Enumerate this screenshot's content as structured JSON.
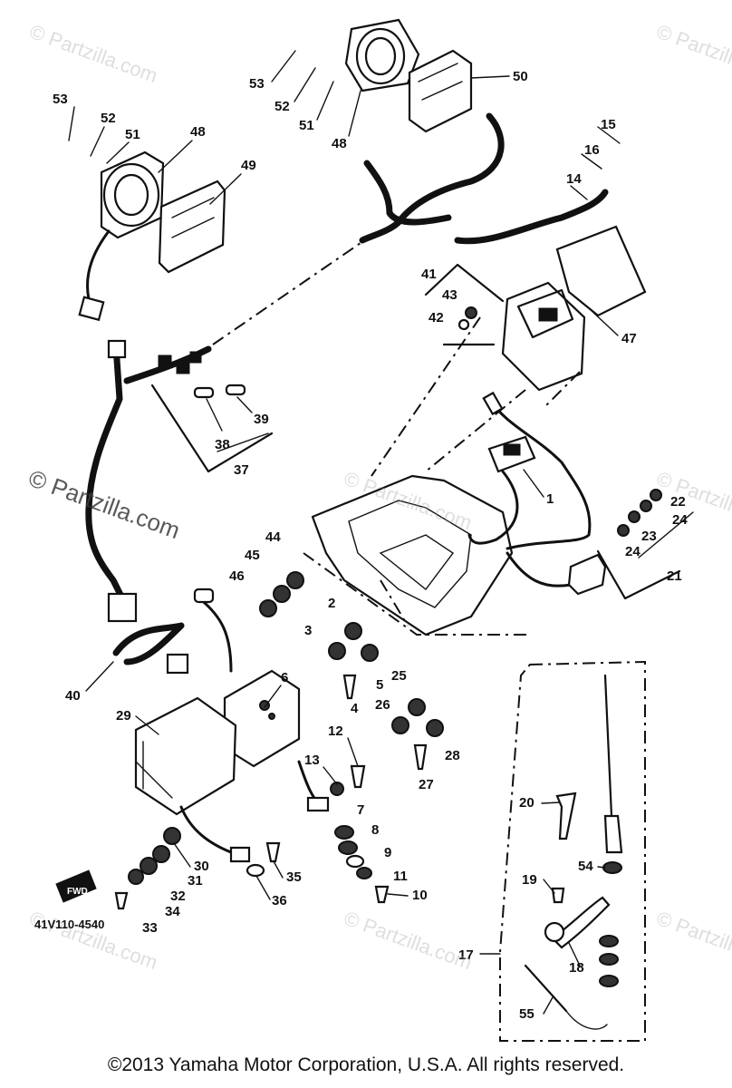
{
  "watermark": "© Partzilla.com",
  "part_code": "41V110-4540",
  "copyright": "©2013  Yamaha Motor Corporation, U.S.A. All rights reserved.",
  "fwd_label": "FWD",
  "callouts": [
    "1",
    "2",
    "3",
    "4",
    "5",
    "6",
    "7",
    "8",
    "9",
    "10",
    "11",
    "12",
    "13",
    "14",
    "15",
    "16",
    "17",
    "18",
    "19",
    "20",
    "21",
    "22",
    "23",
    "24",
    "25",
    "26",
    "27",
    "28",
    "29",
    "30",
    "31",
    "32",
    "33",
    "34",
    "35",
    "36",
    "37",
    "38",
    "39",
    "40",
    "41",
    "42",
    "43",
    "44",
    "45",
    "46",
    "47",
    "48",
    "49",
    "50",
    "51",
    "52",
    "53",
    "54",
    "55"
  ],
  "callouts_repeated": {
    "48b": "48",
    "51b": "51",
    "52b": "52",
    "53b": "53",
    "23b": "23",
    "24b": "24"
  }
}
